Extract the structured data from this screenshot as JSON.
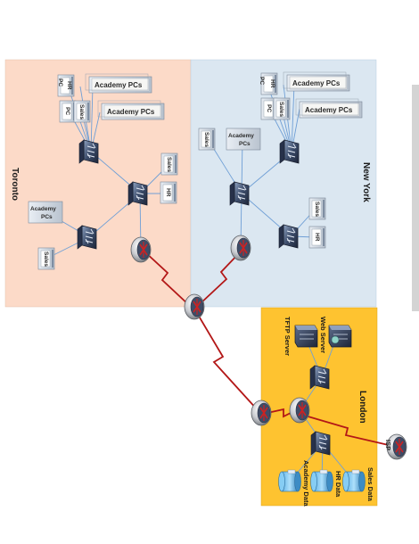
{
  "colors": {
    "toronto_bg": "#fcdac8",
    "newyork_bg": "#dbe7f1",
    "london_bg": "#fec330",
    "lan_link": "#6f9fd6",
    "wan_link": "#b31717",
    "scrollbar": "#d4d4d4"
  },
  "regions": {
    "toronto": "Toronto",
    "new_york": "New York",
    "london": "London"
  },
  "labels": {
    "pc": "PC",
    "hr": "HR",
    "sales": "Sales",
    "academy_pcs": "Academy PCs",
    "academy_pcs_line1": "Academy",
    "academy_pcs_line2": "PCs",
    "web_server": "Web Server",
    "tftp_server": "TFTP Server",
    "sales_data": "Sales Data",
    "hr_data": "HR Data",
    "academy_data": "Academy Data",
    "isp": "ISP"
  },
  "icons": {
    "router": "router-icon",
    "switch": "switch-icon",
    "pc": "pc-icon",
    "server": "server-icon",
    "database": "database-icon"
  }
}
